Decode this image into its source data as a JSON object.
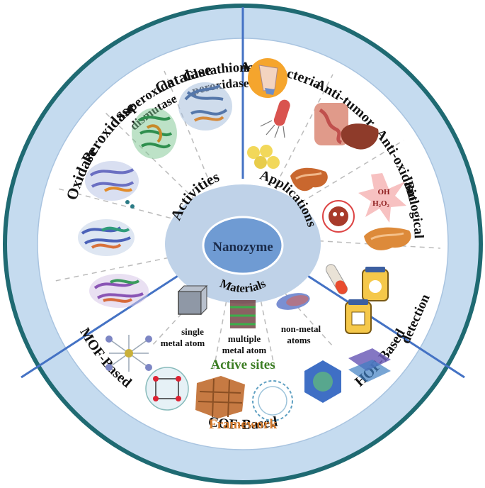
{
  "center": {
    "label": "Nanozyme"
  },
  "inner_ring": {
    "activities": "Activities",
    "applications": "Applications",
    "materials": "Materials"
  },
  "activities": {
    "glutathione": [
      "Glutathione",
      "peroxidase"
    ],
    "catalase": "Catalase",
    "sod": [
      "Superoxide",
      "dismutase"
    ],
    "peroxidase": "Peroxidase",
    "oxidase": "Oxidase"
  },
  "applications": {
    "anti_bacteria": "Anti-bacteria",
    "anti_tumor": "Anti-tumor",
    "anti_oxidant": "Anti-oxidant",
    "biological_detection": [
      "Biological",
      "detection"
    ]
  },
  "materials": {
    "hof": "HOF-Based",
    "cof": "COF-Based",
    "mof": "MOF-Based",
    "single_metal": [
      "single",
      "metal atom"
    ],
    "multiple_metal": [
      "multiple",
      "metal atom"
    ],
    "non_metal": [
      "non-metal",
      "atoms"
    ],
    "active_sites": "Active sites",
    "framework": "Framework"
  },
  "molecules": {
    "oh": "OH",
    "h2o2": "H₂O₂"
  },
  "colors": {
    "outer_ring": "#c5dbef",
    "outer_border": "#1f6a72",
    "inner_fill": "#ffffff",
    "dividers": "#4472c4",
    "center_oval": "#bfd2e8",
    "center_core": "#6f9bd3",
    "active_sites": "#3b7d23",
    "framework": "#d4782a"
  }
}
